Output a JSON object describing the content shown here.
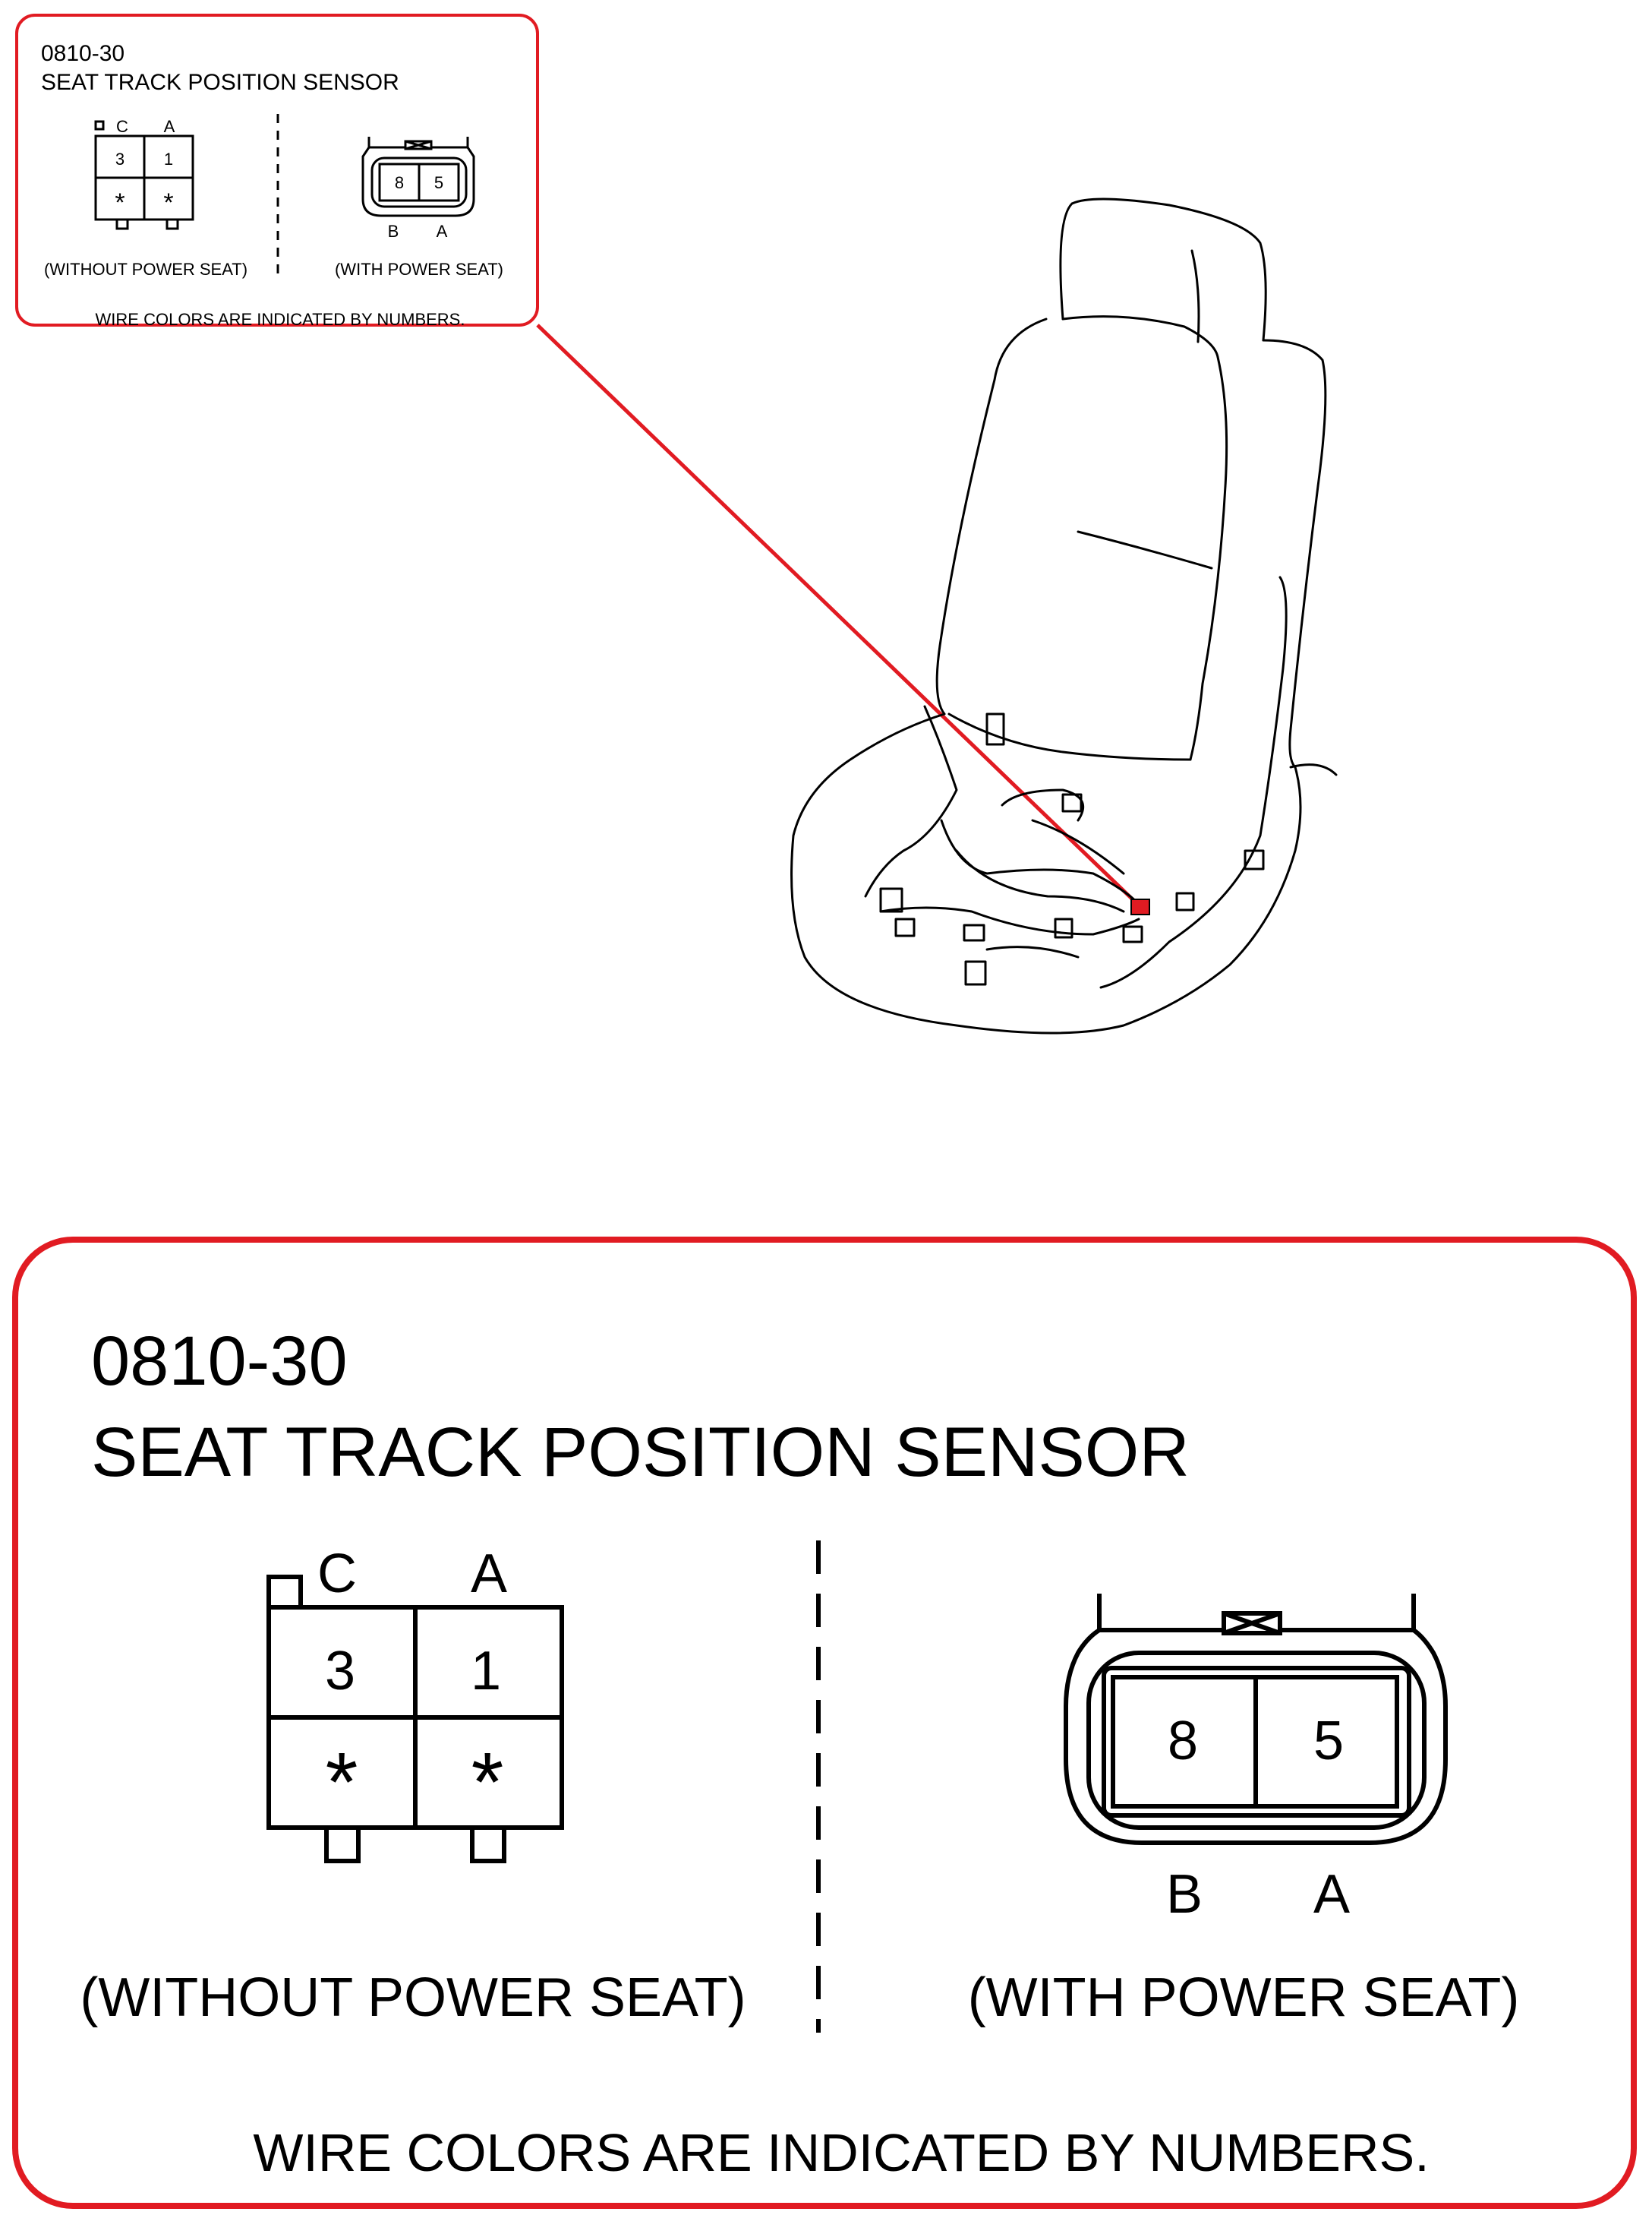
{
  "small_box": {
    "code": "0810-30",
    "title": "SEAT TRACK POSITION SENSOR",
    "left_connector": {
      "terminal_labels": [
        "C",
        "A"
      ],
      "pins": [
        "3",
        "1",
        "*",
        "*"
      ],
      "caption": "(WITHOUT POWER SEAT)"
    },
    "right_connector": {
      "pins": [
        "8",
        "5"
      ],
      "terminal_labels": [
        "B",
        "A"
      ],
      "caption": "(WITH POWER SEAT)"
    },
    "note": "WIRE COLORS ARE INDICATED BY NUMBERS."
  },
  "big_box": {
    "code": "0810-30",
    "title": "SEAT TRACK POSITION SENSOR",
    "left_connector": {
      "terminal_labels": [
        "C",
        "A"
      ],
      "pins": [
        "3",
        "1",
        "*",
        "*"
      ],
      "caption": "(WITHOUT POWER SEAT)"
    },
    "right_connector": {
      "pins": [
        "8",
        "5"
      ],
      "terminal_labels": [
        "B",
        "A"
      ],
      "caption": "(WITH POWER SEAT)"
    },
    "note": "WIRE COLORS ARE INDICATED BY NUMBERS."
  },
  "colors": {
    "callout_border": "#e11b22",
    "highlighted_connector": "#e11b22",
    "line_art": "#000000"
  }
}
